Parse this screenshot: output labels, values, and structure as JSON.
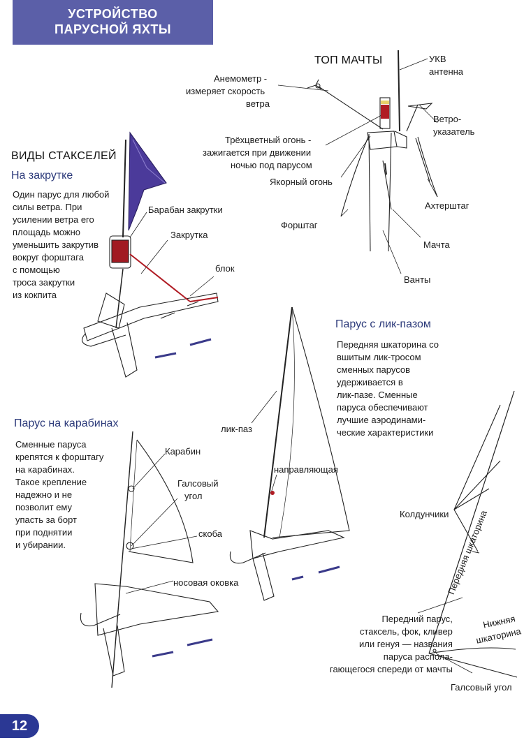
{
  "header": {
    "title_line1": "УСТРОЙСТВО",
    "title_line2": "ПАРУСНОЙ ЯХТЫ"
  },
  "mast_top": {
    "heading": "ТОП МАЧТЫ",
    "labels": {
      "ukv_line1": "УКВ",
      "ukv_line2": "антенна",
      "anemometer_line1": "Анемометр -",
      "anemometer_line2": "измеряет скорость",
      "anemometer_line3": "ветра",
      "vane_line1": "Ветро-",
      "vane_line2": "указатель",
      "tricolor_line1": "Трёхцветный огонь -",
      "tricolor_line2": "зажигается при движении",
      "tricolor_line3": "ночью под парусом",
      "anchor_light": "Якорный огонь",
      "backstay": "Ахтерштаг",
      "forestay": "Форштаг",
      "mast": "Мачта",
      "shrouds": "Ванты"
    }
  },
  "jib_types": {
    "heading": "ВИДЫ СТАКСЕЛЕЙ",
    "furling": {
      "heading": "На закрутке",
      "text": "Один парус для любой\nсилы ветра. При\nусилении ветра его\nплощадь можно\nуменьшить закрутив\nвокруг форштага\nс помощью\nтроса закрутки\nиз кокпита",
      "label_drum": "Барабан закрутки",
      "label_furl": "Закрутка",
      "label_block": "блок"
    },
    "luff_groove": {
      "heading": "Парус с лик-пазом",
      "text": "Передняя шкаторина со\nвшитым лик-тросом\nсменных парусов\nудерживается в\nлик-пазе. Сменные\nпаруса обеспечивают\nлучшие аэродинами-\nческие характеристики",
      "label_groove": "лик-паз",
      "label_guide": "направляющая"
    },
    "hanks": {
      "heading": "Парус на карабинах",
      "text": "Сменные паруса\nкрепятся к форштагу\nна карабинах.\nТакое крепление\nнадежно и не\nпозволит ему\nупасть за борт\nпри поднятии\nи убирании.",
      "label_hank": "Карабин",
      "label_tack_line1": "Галсовый",
      "label_tack_line2": "угол",
      "label_shackle": "скоба",
      "label_stemhead": "носовая оковка"
    }
  },
  "headsail": {
    "label_telltales": "Колдунчики",
    "label_luff": "Передняя шкаторина",
    "label_foot_line1": "Нижняя",
    "label_foot_line2": "шкаторина",
    "text": "Передний парус,\nстаксель, фок, кливер\nили генуя — названия\nпаруса распола-\nгающегося спереди от мачты",
    "label_tack": "Галсовый угол"
  },
  "page_number": "12",
  "colors": {
    "banner": "#5b5fa8",
    "heading_blue": "#2c3a7a",
    "page_badge": "#2b3894",
    "sail_purple": "#4b3a9a",
    "furling_red": "#b01c24"
  }
}
